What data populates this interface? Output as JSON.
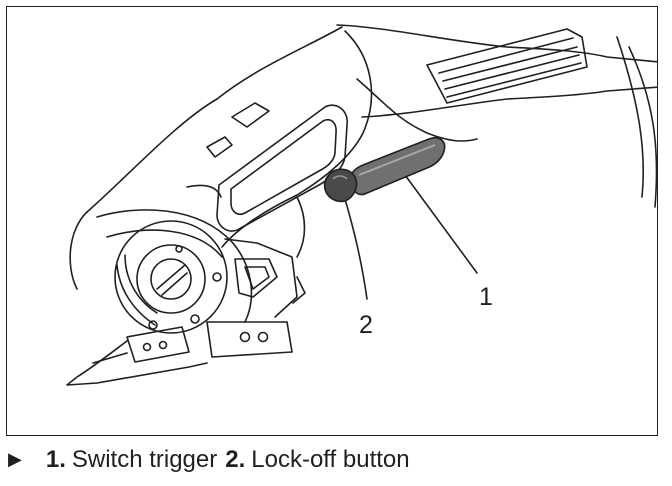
{
  "figure": {
    "parts": [
      {
        "number": "1",
        "name": "Switch trigger"
      },
      {
        "number": "2",
        "name": "Lock-off button"
      }
    ],
    "callouts": {
      "trigger": "1",
      "lock_off": "2"
    }
  },
  "caption": {
    "marker_icon": "triangle-right",
    "items": [
      {
        "number": "1.",
        "label": "Switch trigger"
      },
      {
        "number": "2.",
        "label": "Lock-off button"
      }
    ]
  },
  "colors": {
    "line": "#231f20",
    "trigger_fill": "#707070",
    "button_fill": "#4a4a4a"
  }
}
